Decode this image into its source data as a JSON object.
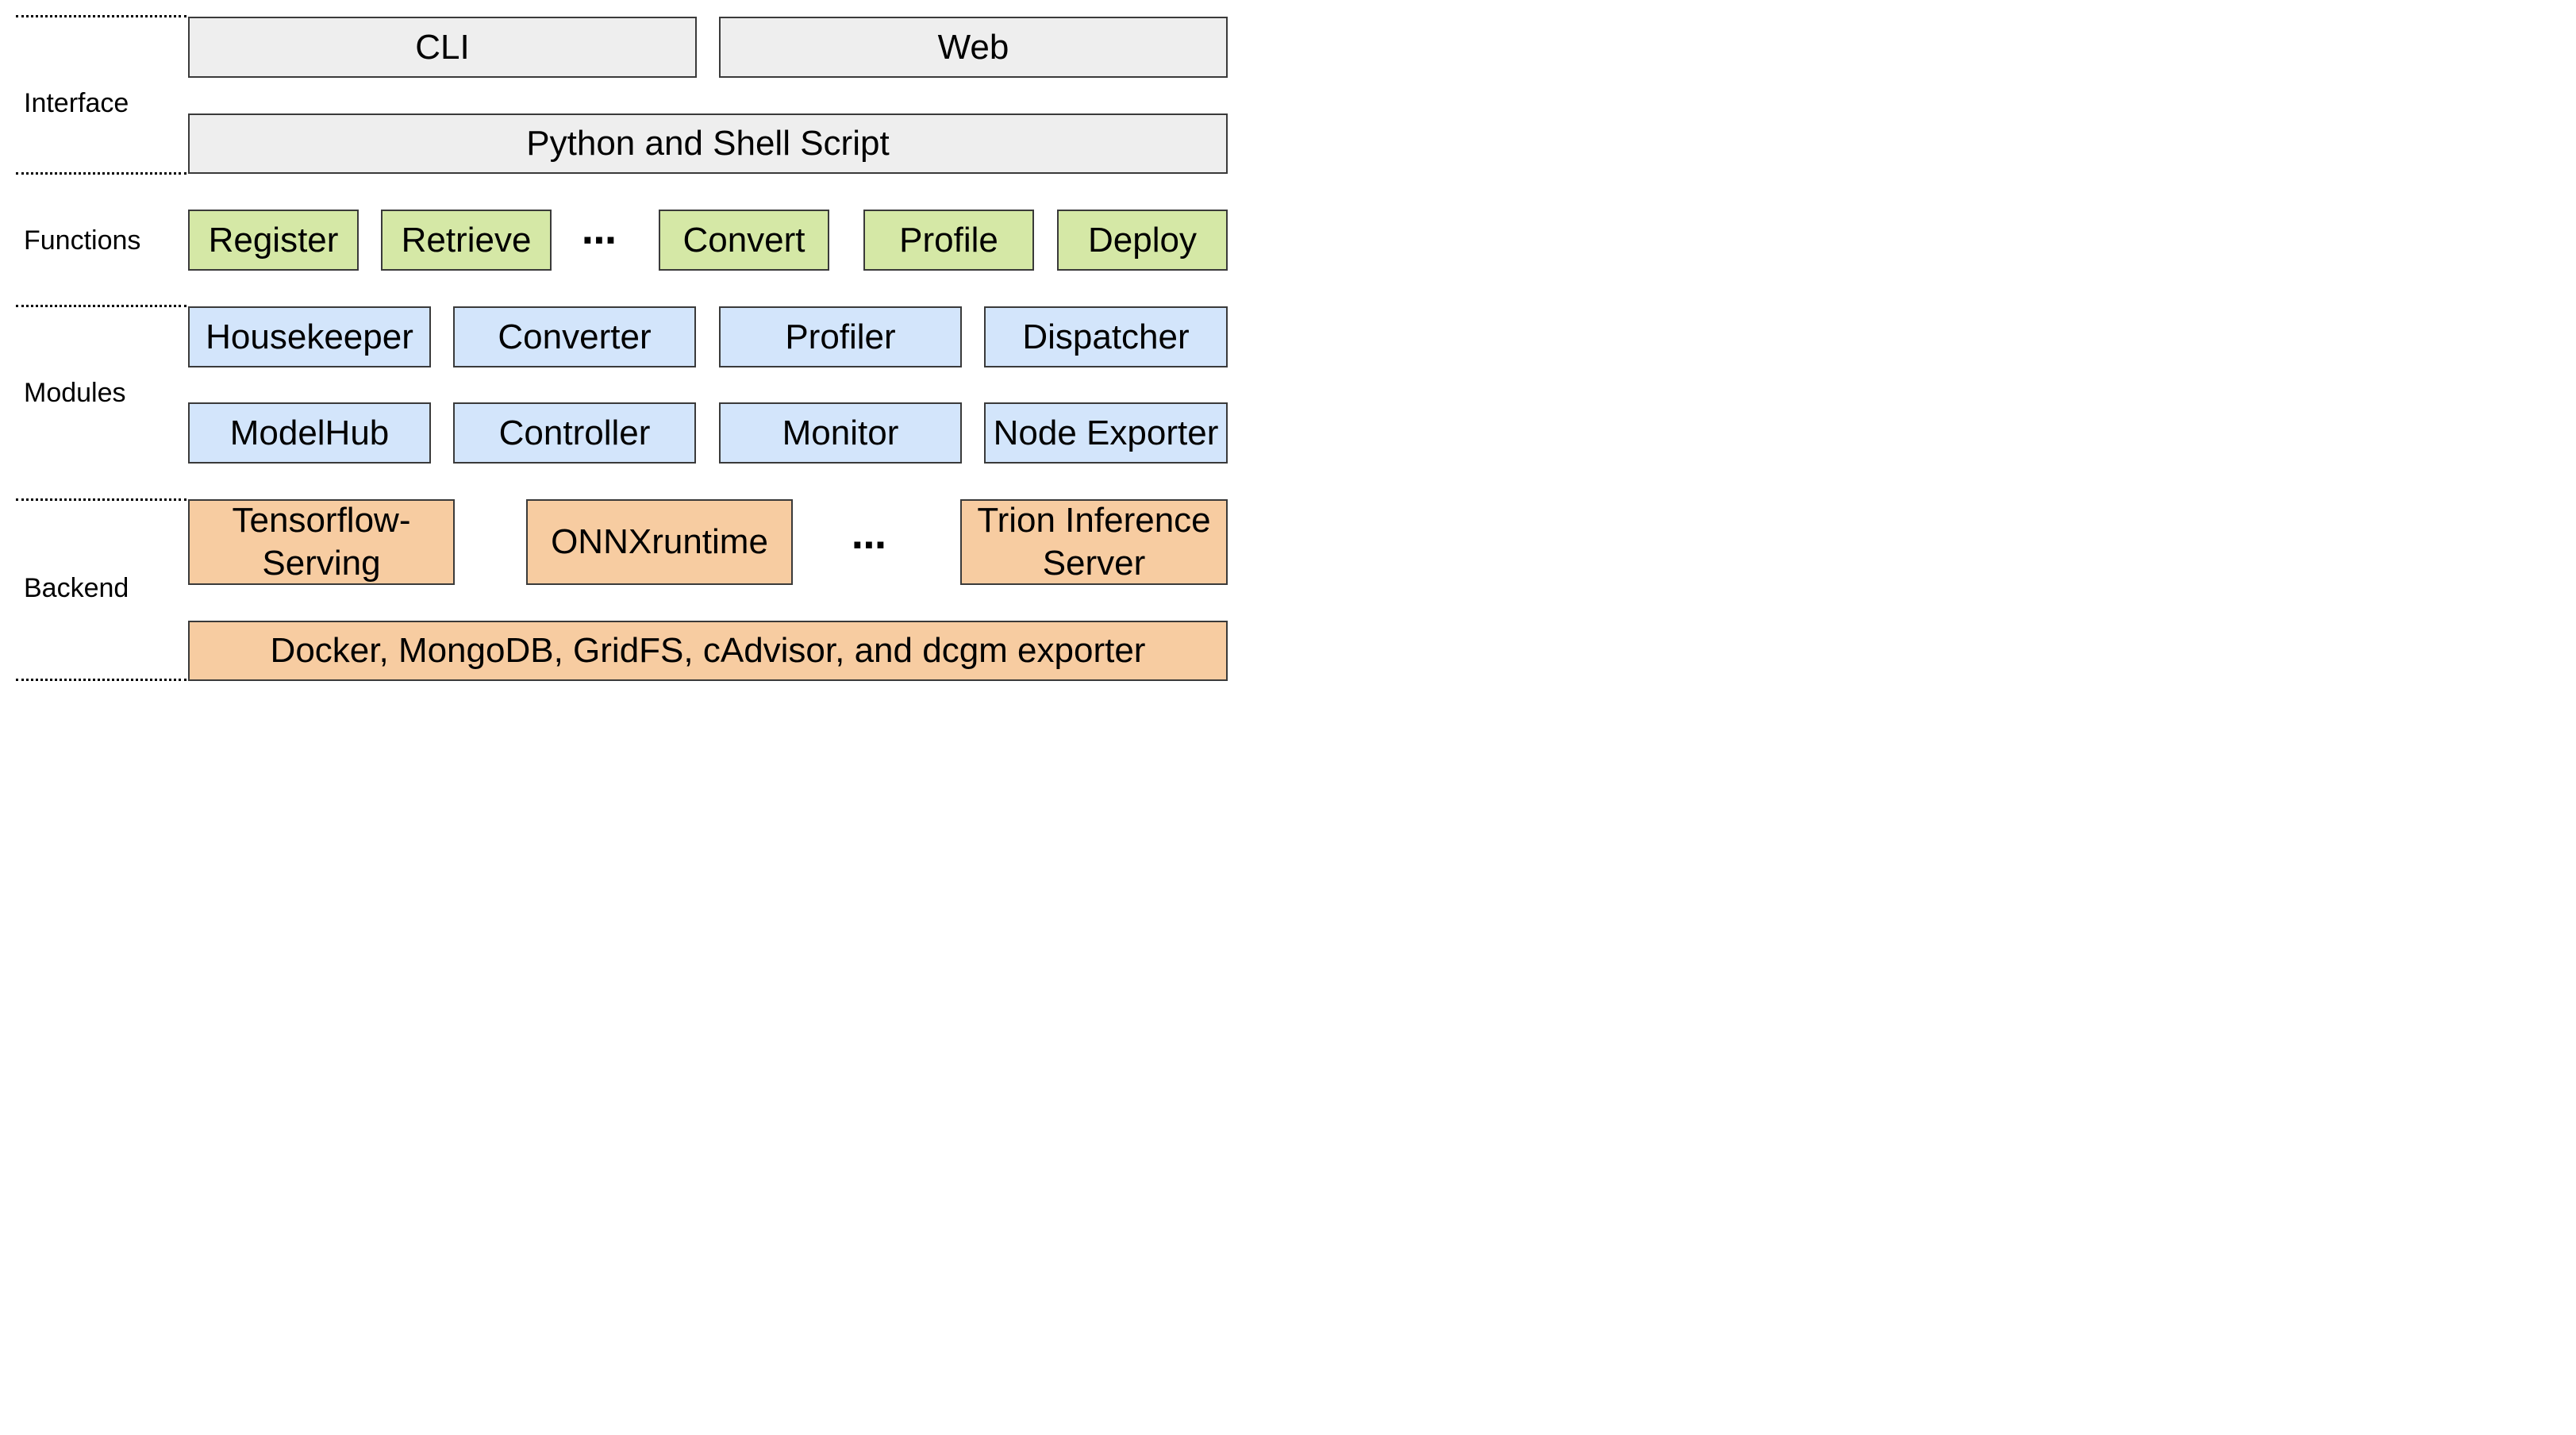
{
  "layers": {
    "interface": {
      "label": "Interface",
      "boxes": [
        "CLI",
        "Web",
        "Python and Shell Script"
      ]
    },
    "functions": {
      "label": "Functions",
      "boxes": [
        "Register",
        "Retrieve",
        "Convert",
        "Profile",
        "Deploy"
      ],
      "ellipsis": "⋯"
    },
    "modules": {
      "label": "Modules",
      "boxes": [
        "Housekeeper",
        "Converter",
        "Profiler",
        "Dispatcher",
        "ModelHub",
        "Controller",
        "Monitor",
        "Node Exporter"
      ]
    },
    "backend": {
      "label": "Backend",
      "boxes": [
        "Tensorflow-\nServing",
        "ONNXruntime",
        "Trion Inference\nServer",
        "Docker, MongoDB, GridFS, cAdvisor, and dcgm exporter"
      ],
      "ellipsis": "⋯"
    }
  },
  "colors": {
    "interface": "#eeeeee",
    "functions": "#d5e8a6",
    "modules": "#d3e5fb",
    "backend": "#f7cca1"
  }
}
